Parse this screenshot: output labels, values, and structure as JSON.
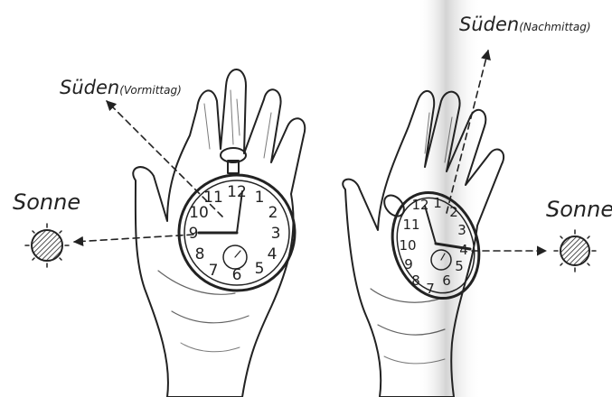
{
  "left": {
    "south_label": "Süden",
    "south_qualifier": "(Vormittag)",
    "sun_label": "Sonne",
    "dial_numbers": [
      "12",
      "1",
      "2",
      "3",
      "4",
      "5",
      "6",
      "7",
      "8",
      "9",
      "10",
      "11"
    ]
  },
  "right": {
    "south_label": "Süden",
    "south_qualifier": "(Nachmittag)",
    "sun_label": "Sonne",
    "dial_numbers": [
      "12",
      "1",
      "2",
      "3",
      "4",
      "5",
      "6",
      "7",
      "8",
      "9",
      "10",
      "11"
    ]
  },
  "colors": {
    "ink": "#222222",
    "paper": "#ffffff",
    "fold_shadow": "#d8d8d8"
  }
}
